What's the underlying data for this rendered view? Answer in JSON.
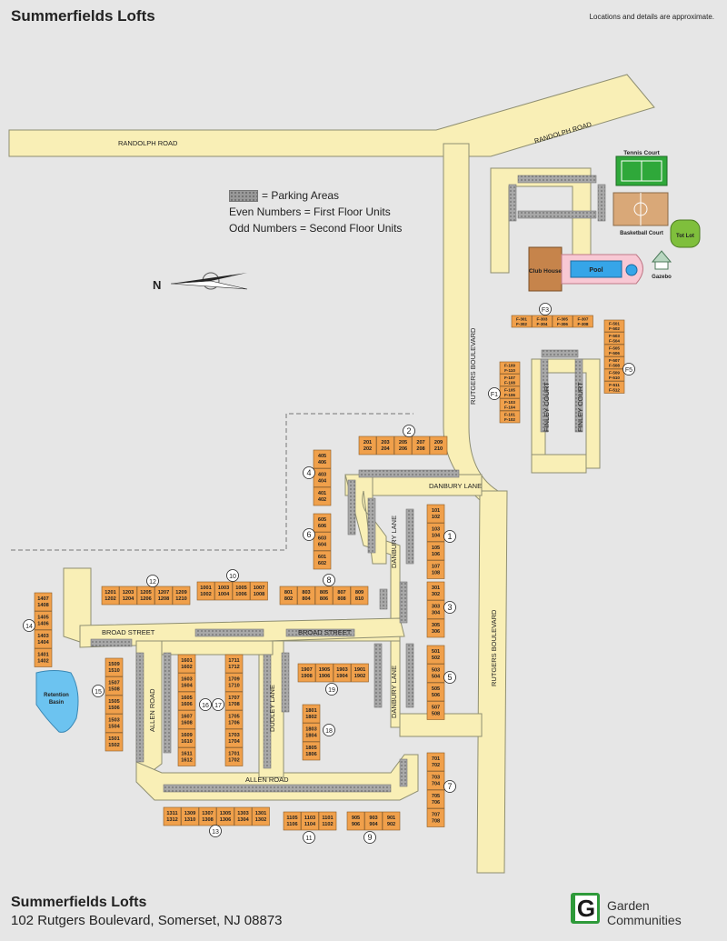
{
  "header": {
    "title": "Summerfields Lofts",
    "note": "Locations and details are approximate."
  },
  "legend": {
    "parking": "= Parking Areas",
    "even": "Even Numbers = First Floor Units",
    "odd": "Odd Numbers = Second Floor Units"
  },
  "north_label": "N",
  "roads": {
    "randolph_left": "RANDOLPH ROAD",
    "randolph_right": "RANDOLPH ROAD",
    "rutgers_top": "RUTGERS BOULEVARD",
    "rutgers_bottom": "RUTGERS BOULEVARD",
    "danbury_top": "DANBURY LANE",
    "danbury_v1": "DANBURY LANE",
    "danbury_v2": "DANBURY LANE",
    "broad1": "BROAD STREET",
    "broad2": "BROAD STREET",
    "allen_rd_v": "ALLEN ROAD",
    "allen_rd_h": "ALLEN ROAD",
    "dudley": "DUDLEY LANE",
    "finley1": "FINLEY COURT",
    "finley2": "FINLEY COURT"
  },
  "amenities": {
    "tennis": "Tennis Court",
    "basketball": "Basketball Court",
    "tot_lot": "Tot Lot",
    "club_house": "Club House",
    "pool": "Pool",
    "gazebo": "Gazebo",
    "retention": "Retention Basin"
  },
  "buildings": [
    {
      "id": "1",
      "units": [
        [
          "101",
          "102"
        ],
        [
          "103",
          "104"
        ],
        [
          "105",
          "106"
        ],
        [
          "107",
          "108"
        ]
      ]
    },
    {
      "id": "2",
      "units": [
        [
          "201",
          "202"
        ],
        [
          "203",
          "204"
        ],
        [
          "205",
          "206"
        ],
        [
          "207",
          "208"
        ],
        [
          "209",
          "210"
        ]
      ]
    },
    {
      "id": "3",
      "units": [
        [
          "301",
          "302"
        ],
        [
          "303",
          "304"
        ],
        [
          "305",
          "306"
        ]
      ]
    },
    {
      "id": "4",
      "units": [
        [
          "405",
          "406"
        ],
        [
          "403",
          "404"
        ],
        [
          "401",
          "402"
        ]
      ]
    },
    {
      "id": "5",
      "units": [
        [
          "501",
          "502"
        ],
        [
          "503",
          "504"
        ],
        [
          "505",
          "506"
        ],
        [
          "507",
          "508"
        ]
      ]
    },
    {
      "id": "6",
      "units": [
        [
          "605",
          "606"
        ],
        [
          "603",
          "604"
        ],
        [
          "601",
          "602"
        ]
      ]
    },
    {
      "id": "7",
      "units": [
        [
          "701",
          "702"
        ],
        [
          "703",
          "704"
        ],
        [
          "705",
          "706"
        ],
        [
          "707",
          "708"
        ]
      ]
    },
    {
      "id": "8",
      "units": [
        [
          "801",
          "802"
        ],
        [
          "803",
          "804"
        ],
        [
          "805",
          "806"
        ],
        [
          "807",
          "808"
        ],
        [
          "809",
          "810"
        ]
      ]
    },
    {
      "id": "9",
      "units": [
        [
          "905",
          "906"
        ],
        [
          "903",
          "904"
        ],
        [
          "901",
          "902"
        ]
      ]
    },
    {
      "id": "10",
      "units": [
        [
          "1001",
          "1002"
        ],
        [
          "1003",
          "1004"
        ],
        [
          "1005",
          "1006"
        ],
        [
          "1007",
          "1008"
        ]
      ]
    },
    {
      "id": "11",
      "units": [
        [
          "1105",
          "1106"
        ],
        [
          "1103",
          "1104"
        ],
        [
          "1101",
          "1102"
        ]
      ]
    },
    {
      "id": "12",
      "units": [
        [
          "1201",
          "1202"
        ],
        [
          "1203",
          "1204"
        ],
        [
          "1205",
          "1206"
        ],
        [
          "1207",
          "1208"
        ],
        [
          "1209",
          "1210"
        ]
      ]
    },
    {
      "id": "13",
      "units": [
        [
          "1311",
          "1312"
        ],
        [
          "1309",
          "1310"
        ],
        [
          "1307",
          "1308"
        ],
        [
          "1305",
          "1306"
        ],
        [
          "1303",
          "1304"
        ],
        [
          "1301",
          "1302"
        ]
      ]
    },
    {
      "id": "14",
      "units": [
        [
          "1407",
          "1408"
        ],
        [
          "1405",
          "1406"
        ],
        [
          "1403",
          "1404"
        ],
        [
          "1401",
          "1402"
        ]
      ]
    },
    {
      "id": "15",
      "units": [
        [
          "1509",
          "1510"
        ],
        [
          "1507",
          "1508"
        ],
        [
          "1505",
          "1506"
        ],
        [
          "1503",
          "1504"
        ],
        [
          "1501",
          "1502"
        ]
      ]
    },
    {
      "id": "16",
      "units": [
        [
          "1601",
          "1602"
        ],
        [
          "1603",
          "1604"
        ],
        [
          "1605",
          "1606"
        ],
        [
          "1607",
          "1608"
        ],
        [
          "1609",
          "1610"
        ],
        [
          "1611",
          "1612"
        ]
      ]
    },
    {
      "id": "17",
      "units": [
        [
          "1711",
          "1712"
        ],
        [
          "1709",
          "1710"
        ],
        [
          "1707",
          "1708"
        ],
        [
          "1705",
          "1706"
        ],
        [
          "1703",
          "1704"
        ],
        [
          "1701",
          "1702"
        ]
      ]
    },
    {
      "id": "18",
      "units": [
        [
          "1801",
          "1802"
        ],
        [
          "1803",
          "1804"
        ],
        [
          "1805",
          "1806"
        ]
      ]
    },
    {
      "id": "19",
      "units": [
        [
          "1907",
          "1908"
        ],
        [
          "1905",
          "1906"
        ],
        [
          "1903",
          "1904"
        ],
        [
          "1901",
          "1902"
        ]
      ]
    },
    {
      "id": "F1",
      "units": [
        [
          "F-109",
          "F-110"
        ],
        [
          "F-107",
          "F-108"
        ],
        [
          "F-105",
          "F-106"
        ],
        [
          "F-103",
          "F-104"
        ],
        [
          "F-101",
          "F-102"
        ]
      ]
    },
    {
      "id": "F3",
      "units": [
        [
          "F-301",
          "F-302"
        ],
        [
          "F-303",
          "F-304"
        ],
        [
          "F-305",
          "F-306"
        ],
        [
          "F-307",
          "F-308"
        ]
      ]
    },
    {
      "id": "F5",
      "units": [
        [
          "F-501",
          "F-502"
        ],
        [
          "F-503",
          "F-504"
        ],
        [
          "F-505",
          "F-506"
        ],
        [
          "F-507",
          "F-508"
        ],
        [
          "F-509",
          "F-510"
        ],
        [
          "F-511",
          "F-512"
        ]
      ]
    }
  ],
  "footer": {
    "title": "Summerfields Lofts",
    "address": "102 Rutgers Boulevard, Somerset, NJ 08873",
    "logo_letter": "G",
    "logo_line1": "Garden",
    "logo_line2": "Communities"
  },
  "colors": {
    "road": "#f9efb6",
    "road_edge": "#9a9a7a",
    "building": "#f0a04b",
    "parking": "#a6a6a6",
    "tennis": "#2fa83a",
    "pool": "#36a5e8",
    "basin": "#6cc3f0"
  }
}
